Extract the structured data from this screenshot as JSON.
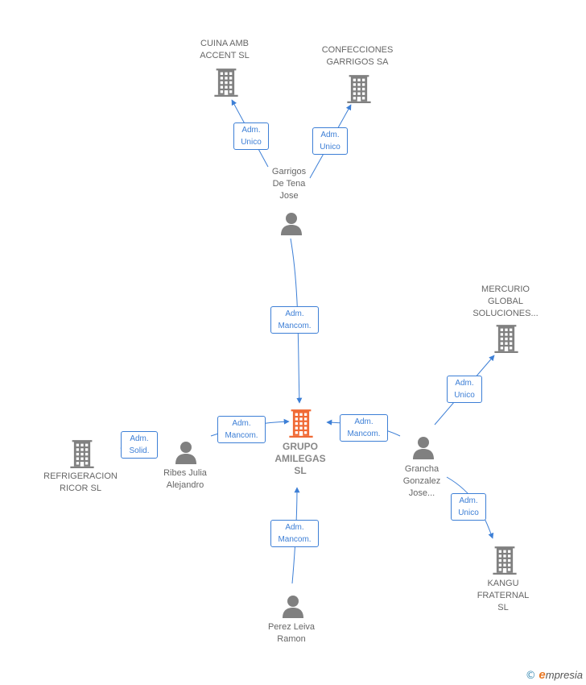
{
  "colors": {
    "edge": "#3d7fd6",
    "company_icon": "#808080",
    "person_icon": "#808080",
    "center_icon": "#f06a35",
    "label_text": "#666666"
  },
  "nodes": [
    {
      "id": "cuina",
      "type": "company",
      "label": "CUINA AMB\nACCENT SL"
    },
    {
      "id": "confecciones",
      "type": "company",
      "label": "CONFECCIONES\nGARRIGOS SA"
    },
    {
      "id": "garrigos",
      "type": "person",
      "label": "Garrigos\nDe Tena\nJose"
    },
    {
      "id": "mercurio",
      "type": "company",
      "label": "MERCURIO\nGLOBAL\nSOLUCIONES..."
    },
    {
      "id": "grupo",
      "type": "company-center",
      "label": "GRUPO\nAMILEGAS\nSL"
    },
    {
      "id": "refrigeracion",
      "type": "company",
      "label": "REFRIGERACION\nRICOR  SL"
    },
    {
      "id": "ribes",
      "type": "person",
      "label": "Ribes Julia\nAlejandro"
    },
    {
      "id": "grancha",
      "type": "person",
      "label": "Grancha\nGonzalez\nJose..."
    },
    {
      "id": "kangu",
      "type": "company",
      "label": "KANGU\nFRATERNAL\nSL"
    },
    {
      "id": "perez",
      "type": "person",
      "label": "Perez Leiva\nRamon"
    }
  ],
  "edges": [
    {
      "from": "garrigos",
      "to": "cuina",
      "label": "Adm.\nUnico"
    },
    {
      "from": "garrigos",
      "to": "confecciones",
      "label": "Adm.\nUnico"
    },
    {
      "from": "garrigos",
      "to": "grupo",
      "label": "Adm.\nMancom."
    },
    {
      "from": "grancha",
      "to": "mercurio",
      "label": "Adm.\nUnico"
    },
    {
      "from": "grancha",
      "to": "grupo",
      "label": "Adm.\nMancom."
    },
    {
      "from": "grancha",
      "to": "kangu",
      "label": "Adm.\nUnico"
    },
    {
      "from": "ribes",
      "to": "grupo",
      "label": "Adm.\nMancom."
    },
    {
      "from": "ribes",
      "to": "refrigeracion",
      "label": "Adm.\nSolid."
    },
    {
      "from": "perez",
      "to": "grupo",
      "label": "Adm.\nMancom."
    }
  ],
  "footer": {
    "copyright": "©",
    "brand_e": "e",
    "brand_rest": "mpresia"
  }
}
